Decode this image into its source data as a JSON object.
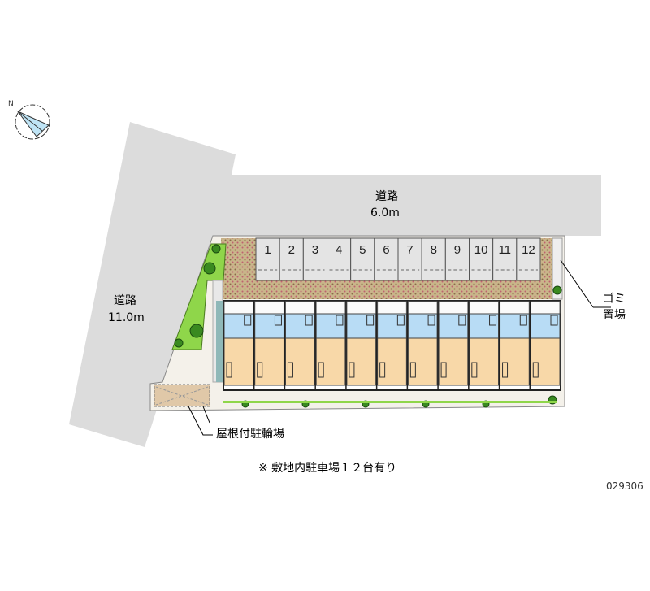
{
  "roads": [
    {
      "name": "道路",
      "width": "6.0m"
    },
    {
      "name": "道路",
      "width": "11.0m"
    }
  ],
  "garbage_label": [
    "ゴミ",
    "置場"
  ],
  "bicycle_label": "屋根付駐輪場",
  "parking_note": "※ 敷地内駐車場１２台有り",
  "parking_stalls": [
    "1",
    "2",
    "3",
    "4",
    "5",
    "6",
    "7",
    "8",
    "9",
    "10",
    "11",
    "12"
  ],
  "unit_count": 11,
  "property_code": "029306",
  "compass_label": "N",
  "colors": {
    "road": "#dcdcdc",
    "paving": "#b89a6a",
    "lawn": "#8fd64a",
    "wet_area": "#b8dcf5",
    "room": "#f8d8a8"
  }
}
